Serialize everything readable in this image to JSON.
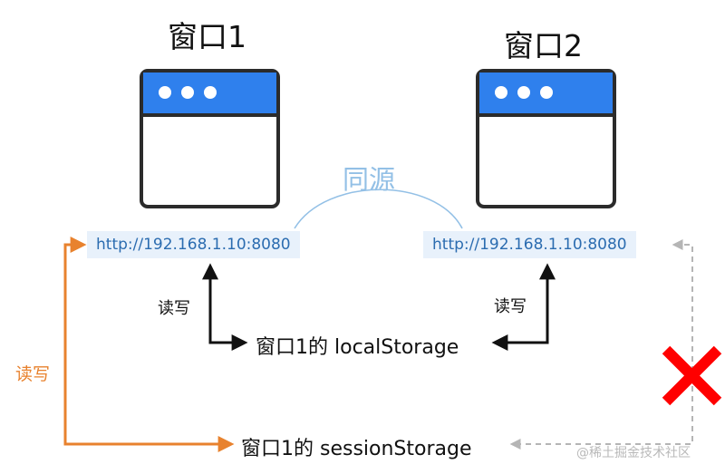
{
  "window1": {
    "title": "窗口1",
    "url": "http://192.168.1.10:8080"
  },
  "window2": {
    "title": "窗口2",
    "url": "http://192.168.1.10:8080"
  },
  "same_origin_label": "同源",
  "read_write_label": "读写",
  "local_storage_label": "窗口1的 localStorage",
  "session_storage_label": "窗口1的 sessionStorage",
  "watermark": "@稀土掘金技术社区",
  "colors": {
    "window_blue": "#2f80ed",
    "frame_dark": "#2b2b2b",
    "url_bg": "#e8f1fb",
    "url_text": "#2b6cb0",
    "orange": "#e8822e",
    "deny_red": "#ff0000",
    "dashed_gray": "#b5b5b5"
  }
}
